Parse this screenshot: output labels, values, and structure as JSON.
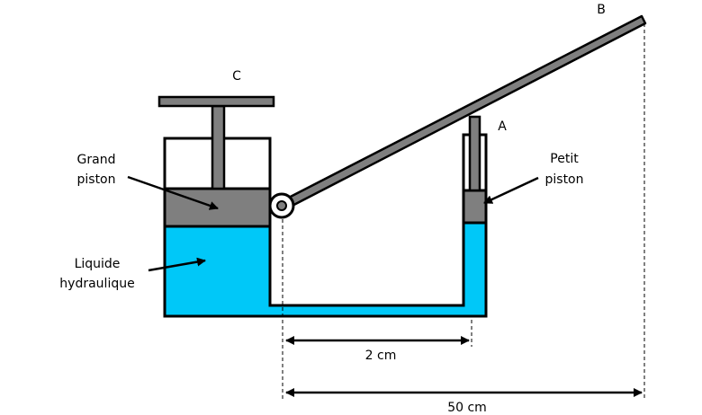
{
  "labels": {
    "point_b": "B",
    "point_c": "C",
    "point_a": "A",
    "grand_piston": [
      "Grand",
      "piston"
    ],
    "petit_piston": [
      "Petit",
      "piston"
    ],
    "liquide": [
      "Liquide",
      "hydraulique"
    ],
    "dim_small": "2 cm",
    "dim_large": "50 cm"
  },
  "colors": {
    "liquid": "#00c8f8",
    "piston": "#7f7f7f",
    "outline": "#000000",
    "background": "#ffffff"
  }
}
